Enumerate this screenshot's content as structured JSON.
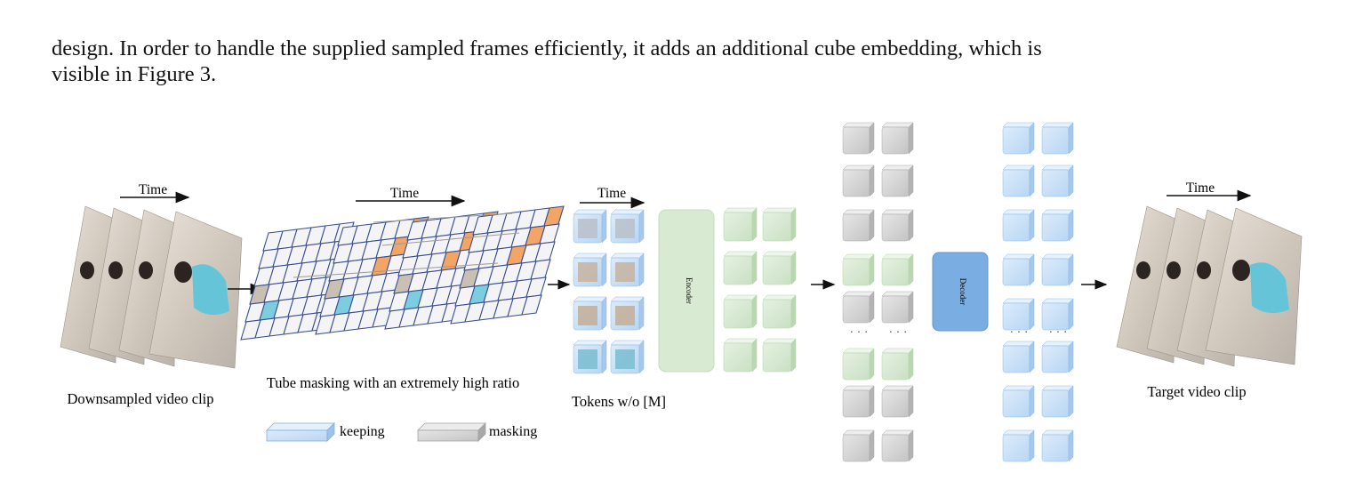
{
  "paragraph": {
    "line1": "design. In order to handle the supplied sampled frames efficiently, it adds an additional cube embedding, which is",
    "line2": "visible in Figure 3."
  },
  "figure": {
    "time_label": "Time",
    "captions": {
      "downsampled": "Downsampled video clip",
      "tube_masking": "Tube masking with an extremely high ratio",
      "tokens": "Tokens w/o [M]",
      "target": "Target video clip"
    },
    "encoder_label": "Encoder",
    "decoder_label": "Decoder",
    "ellipsis": "· · ·",
    "legend": {
      "keeping": "keeping",
      "masking": "masking"
    },
    "colors": {
      "keep": "#cfe3f7",
      "keep_edge": "#7fb0e0",
      "mask": "#d9d9d9",
      "mask_edge": "#a3a3a3",
      "token_green": "#d7ead3",
      "encoder": "#d8ead2",
      "decoder": "#7aaee3",
      "grid_line": "#3a4f8f",
      "masked_patch": "#f0a060"
    }
  }
}
